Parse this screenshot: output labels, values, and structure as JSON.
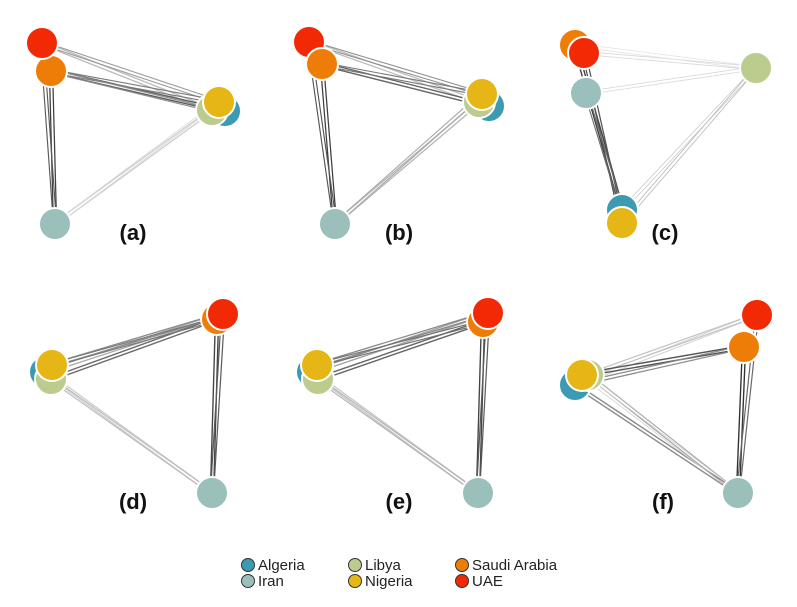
{
  "legend": {
    "items": [
      {
        "key": "algeria",
        "label": "Algeria",
        "color": "#3c9ab2"
      },
      {
        "key": "iran",
        "label": "Iran",
        "color": "#9bbfbb"
      },
      {
        "key": "libya",
        "label": "Libya",
        "color": "#bccb8e"
      },
      {
        "key": "nigeria",
        "label": "Nigeria",
        "color": "#e6b616"
      },
      {
        "key": "saudi",
        "label": "Saudi Arabia",
        "color": "#ee7d08"
      },
      {
        "key": "uae",
        "label": "UAE",
        "color": "#f12a05"
      }
    ]
  },
  "panels": [
    {
      "label": "(a)"
    },
    {
      "label": "(b)"
    },
    {
      "label": "(c)"
    },
    {
      "label": "(d)"
    },
    {
      "label": "(e)"
    },
    {
      "label": "(f)"
    }
  ]
}
